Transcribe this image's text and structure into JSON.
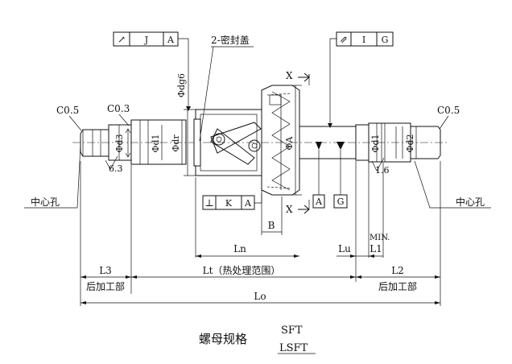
{
  "labels": {
    "chamfer_left": "C0.5",
    "chamfer_mid": "C0.3",
    "chamfer_right": "C0.5",
    "seal_note": "2-密封盖",
    "dia_dg6": "Φdg6",
    "dia_d3": "Φd3",
    "dia_d1_left": "Φd1",
    "dia_dr": "Φdr",
    "dia_A": "ΦA",
    "dia_d1_right": "Φd1",
    "dia_d2": "Φd2",
    "roughness_left": "6.3",
    "roughness_right": "1.6",
    "center_hole_left": "中心孔",
    "center_hole_right": "中心孔",
    "section_x_top": "X",
    "section_x_bottom": "X",
    "dim_B": "B",
    "dim_Ln": "Ln",
    "dim_Lu": "Lu",
    "dim_min": "MIN.",
    "dim_L1": "L1",
    "dim_L3": "L3",
    "dim_Lt": "Lt（热处理范围）",
    "dim_L2": "L2",
    "dim_Lo": "Lo",
    "post_left": "后加工部",
    "post_right": "后加工部",
    "datum_A": "A",
    "datum_G": "G",
    "spec_title": "螺母规格",
    "spec_sft": "SFT",
    "spec_lsft": "LSFT"
  },
  "tol_frames": {
    "runout_J": {
      "symbol": "↗",
      "tolerance": "J",
      "datum": "A"
    },
    "runout_I": {
      "symbol": "⇗",
      "tolerance": "I",
      "datum": "G"
    },
    "perp_K": {
      "symbol": "⊥",
      "tolerance": "K",
      "datum": "A"
    }
  }
}
